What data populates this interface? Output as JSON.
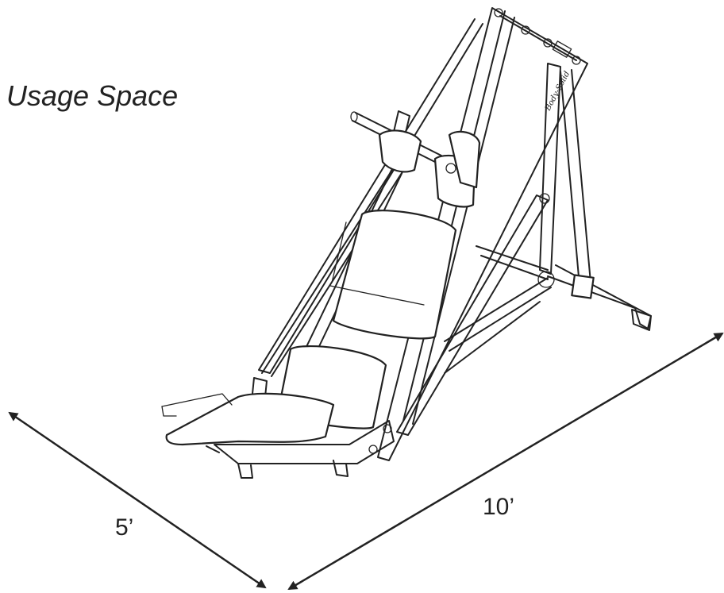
{
  "diagram": {
    "title": "Usage Space",
    "width_label": "5’",
    "length_label": "10’",
    "brand_mark": "Body-Solid"
  },
  "colors": {
    "line": "#222222",
    "background": "#ffffff"
  },
  "icons": {
    "machine": "hack-squat-leg-press-machine-drawing",
    "arrow": "double-headed-dimension-arrow"
  }
}
